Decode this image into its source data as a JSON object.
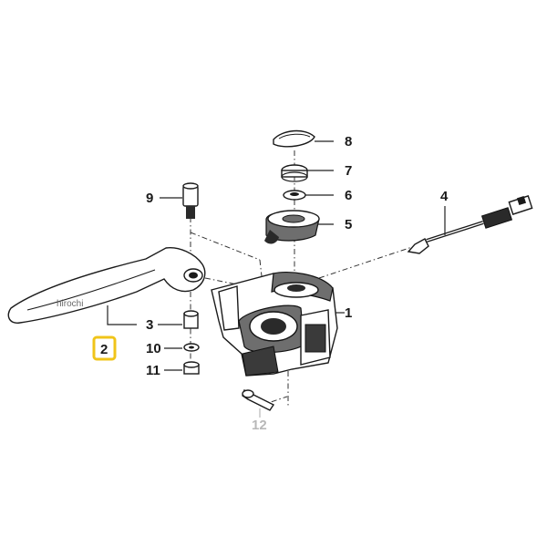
{
  "watermark": "hirochi",
  "highlight_color": "#f0c419",
  "callouts": {
    "n1": "1",
    "n2": "2",
    "n3": "3",
    "n4": "4",
    "n5": "5",
    "n6": "6",
    "n7": "7",
    "n8": "8",
    "n9": "9",
    "n10": "10",
    "n11": "11",
    "n12": "12"
  }
}
